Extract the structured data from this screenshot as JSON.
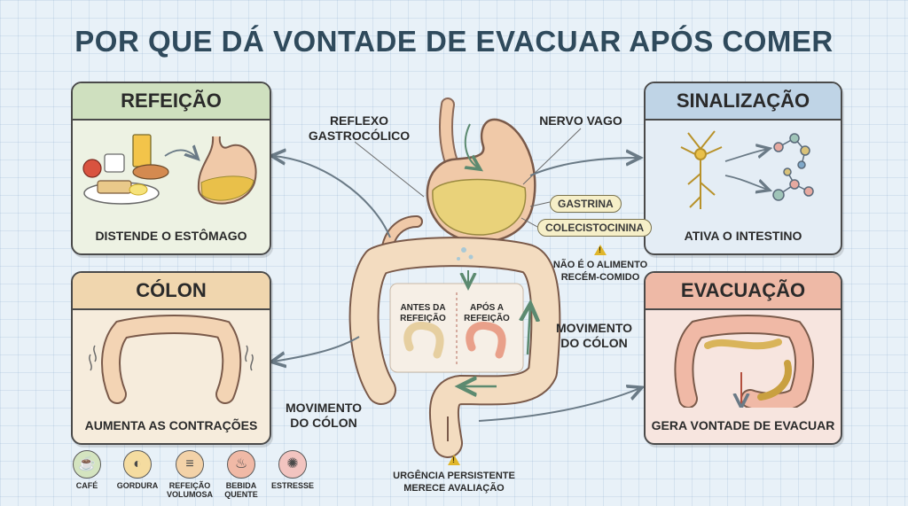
{
  "title": "POR QUE DÁ VONTADE DE EVACUAR APÓS COMER",
  "panels": {
    "refeicao": {
      "title": "REFEIÇÃO",
      "caption": "DISTENDE O ESTÔMAGO"
    },
    "sinalizacao": {
      "title": "SINALIZAÇÃO",
      "caption": "ATIVA O INTESTINO"
    },
    "colon": {
      "title": "CÓLON",
      "caption": "AUMENTA AS CONTRAÇÕES"
    },
    "evacuacao": {
      "title": "EVACUAÇÃO",
      "caption": "GERA VONTADE DE EVACUAR"
    }
  },
  "labels": {
    "reflexo_1": "REFLEXO",
    "reflexo_2": "GASTROCÓLICO",
    "nervo_vago": "NERVO VAGO",
    "gastrina": "GASTRINA",
    "colecistocinina": "COLECISTOCININA",
    "nao_alimento_1": "NÃO É O ALIMENTO",
    "nao_alimento_2": "RECÉM-COMIDO",
    "antes_1": "ANTES DA",
    "antes_2": "REFEIÇÃO",
    "apos_1": "APÓS A",
    "apos_2": "REFEIÇÃO",
    "movimento_r1": "MOVIMENTO",
    "movimento_r2": "DO CÓLON",
    "movimento_b1": "MOVIMENTO",
    "movimento_b2": "DO CÓLON",
    "urgencia_1": "URGÊNCIA PERSISTENTE",
    "urgencia_2": "MERECE AVALIAÇÃO"
  },
  "triggers": [
    {
      "label": "CAFÉ",
      "icon": "coffee-icon",
      "color": "#d4e4c0"
    },
    {
      "label": "GORDURA",
      "icon": "oil-drop-icon",
      "color": "#f5dca0"
    },
    {
      "label": "REFEIÇÃO VOLUMOSA",
      "icon": "burger-icon",
      "color": "#f3d2a8"
    },
    {
      "label": "BEBIDA QUENTE",
      "icon": "hot-cup-icon",
      "color": "#f0b9a6"
    },
    {
      "label": "ESTRESSE",
      "icon": "brain-icon",
      "color": "#f2c4c0"
    }
  ],
  "colors": {
    "title": "#2f4a5c",
    "stomach": "#f0c9a8",
    "colon": "#f3dcc0",
    "food": "#e9d27a",
    "arrow": "#6a7a86"
  }
}
